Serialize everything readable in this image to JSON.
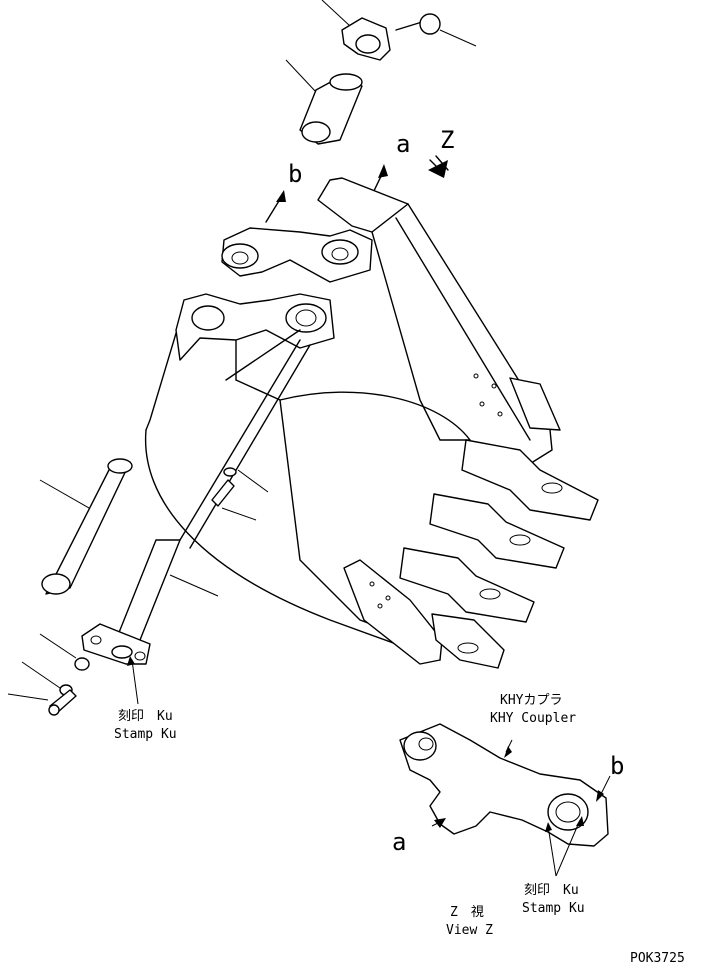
{
  "labels": {
    "a_main": "a",
    "z_main": "Z",
    "b_main": "b",
    "stamp_left_jp": "刻印　Ku",
    "stamp_left_en": "Stamp Ku",
    "coupler_jp": "KHYカプラ",
    "coupler_en": "KHY Coupler",
    "b_view": "b",
    "a_view": "a",
    "stamp_right_jp": "刻印　Ku",
    "stamp_right_en": "Stamp Ku",
    "view_jp": "Z　視",
    "view_en": "View Z",
    "drawing_code": "POK3725"
  }
}
